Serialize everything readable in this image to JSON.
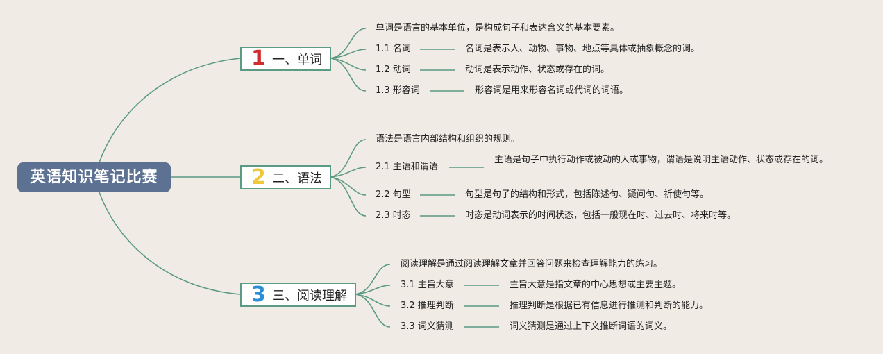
{
  "root": {
    "title": "英语知识笔记比赛"
  },
  "colors": {
    "line": "#5b9a84",
    "root_bg": "#5d7192",
    "num1": "#d12b2b",
    "num2": "#f0c93a",
    "num3": "#2a8fd6"
  },
  "branches": [
    {
      "num": "1",
      "label": "一、单词",
      "intro": "单词是语言的基本单位，是构成句子和表达含义的基本要素。",
      "items": [
        {
          "title": "1.1 名词",
          "desc": "名词是表示人、动物、事物、地点等具体或抽象概念的词。"
        },
        {
          "title": "1.2 动词",
          "desc": "动词是表示动作、状态或存在的词。"
        },
        {
          "title": "1.3 形容词",
          "desc": "形容词是用来形容名词或代词的词语。"
        }
      ]
    },
    {
      "num": "2",
      "label": "二、语法",
      "intro": "语法是语言内部结构和组织的规则。",
      "items": [
        {
          "title": "2.1 主语和谓语",
          "desc": "主语是句子中执行动作或被动的人或事物，谓语是说明主语动作、状态或存在的词。"
        },
        {
          "title": "2.2 句型",
          "desc": "句型是句子的结构和形式，包括陈述句、疑问句、祈使句等。"
        },
        {
          "title": "2.3 时态",
          "desc": "时态是动词表示的时间状态，包括一般现在时、过去时、将来时等。"
        }
      ]
    },
    {
      "num": "3",
      "label": "三、阅读理解",
      "intro": "阅读理解是通过阅读理解文章并回答问题来检查理解能力的练习。",
      "items": [
        {
          "title": "3.1 主旨大意",
          "desc": "主旨大意是指文章的中心思想或主要主题。"
        },
        {
          "title": "3.2 推理判断",
          "desc": "推理判断是根据已有信息进行推测和判断的能力。"
        },
        {
          "title": "3.3 词义猜测",
          "desc": "词义猜测是通过上下文推断词语的词义。"
        }
      ]
    }
  ]
}
